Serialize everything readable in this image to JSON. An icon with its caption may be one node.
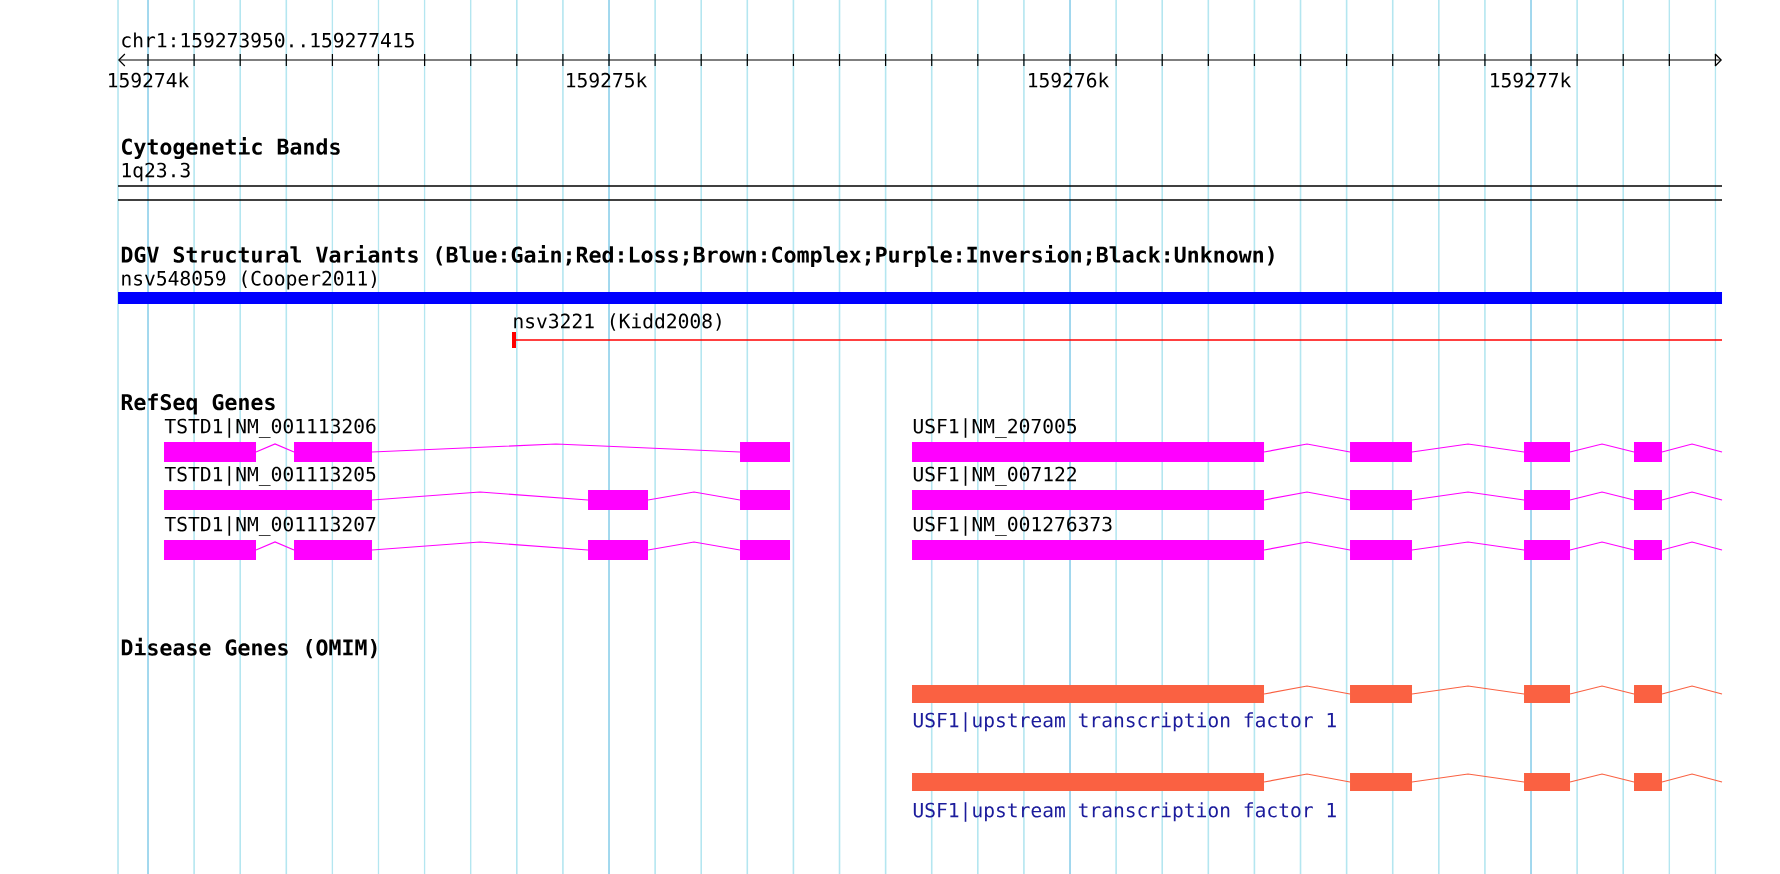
{
  "diagram": {
    "nodes": [
      {
        "text": [
          "nsv548059 (Cooper2011)"
        ]
      },
      {
        "text": [
          "nsv3221 (Kidd2008)"
        ]
      },
      {
        "text": [
          "TSTD1|NM_001113206"
        ]
      },
      {
        "text": [
          "TSTD1|NM_001113205"
        ]
      },
      {
        "text": [
          "TSTD1|NM_001113207"
        ]
      },
      {
        "text": [
          "USF1|NM_207005"
        ]
      },
      {
        "text": [
          "USF1|NM_007122"
        ]
      },
      {
        "text": [
          "USF1|NM_001276373"
        ]
      },
      {
        "text": [
          "USF1|upstream transcription factor 1"
        ]
      },
      {
        "text": [
          "USF1|upstream transcription factor 1"
        ]
      }
    ],
    "labels": [
      "chr1:159273950..159277415",
      "159274k",
      "159275k",
      "159276k",
      "159277k",
      "Cytogenetic Bands",
      "1q23.3",
      "DGV Structural Variants (Blue:Gain;Red:Loss;Brown:Complex;Purple:Inversion;Black:Unknown)",
      "RefSeq Genes",
      "Disease Genes (OMIM)"
    ]
  }
}
